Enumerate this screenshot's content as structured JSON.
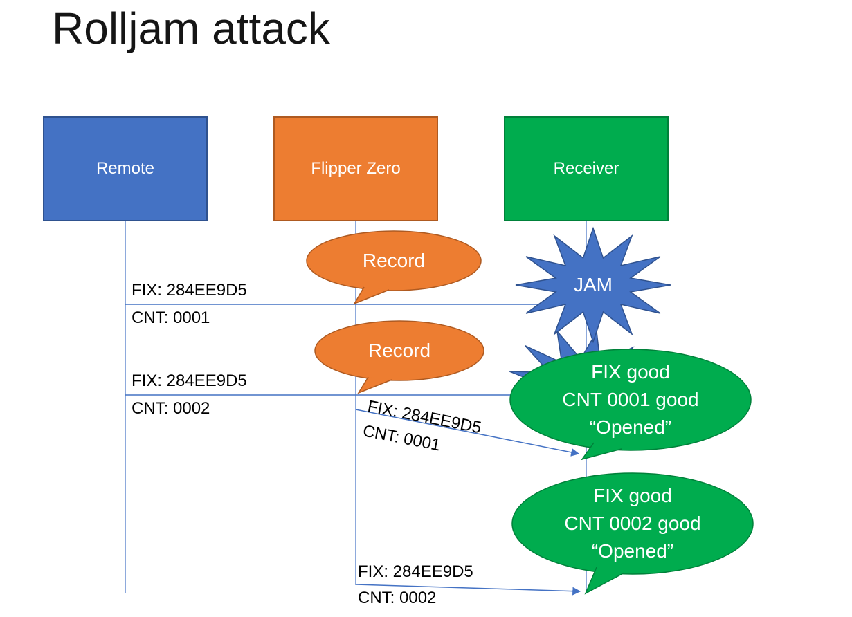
{
  "title": "Rolljam attack",
  "actors": {
    "remote": "Remote",
    "flipper": "Flipper Zero",
    "receiver": "Receiver"
  },
  "messages": {
    "m1": {
      "fix": "FIX: 284EE9D5",
      "cnt": "CNT: 0001"
    },
    "m2": {
      "fix": "FIX: 284EE9D5",
      "cnt": "CNT: 0002"
    },
    "m3": {
      "fix": "FIX: 284EE9D5",
      "cnt": "CNT: 0001"
    },
    "m4": {
      "fix": "FIX: 284EE9D5",
      "cnt": "CNT: 0002"
    }
  },
  "callouts": {
    "record1": "Record",
    "record2": "Record",
    "jam": "JAM",
    "open1": {
      "l1": "FIX good",
      "l2": "CNT 0001 good",
      "l3": "“Opened”"
    },
    "open2": {
      "l1": "FIX good",
      "l2": "CNT 0002 good",
      "l3": "“Opened”"
    }
  },
  "colors": {
    "remote_fill": "#4472C4",
    "remote_border": "#2F528F",
    "flipper_fill": "#ED7D31",
    "flipper_border": "#AE5A21",
    "receiver_fill": "#00AC4E",
    "receiver_border": "#00813A",
    "connector": "#4472C4",
    "jam_star_fill": "#4472C4",
    "jam_star_border": "#2F528F",
    "message_text": "#000000",
    "callout_text": "#FFFFFF",
    "title_text": "#151515",
    "background": "#FFFFFF"
  }
}
